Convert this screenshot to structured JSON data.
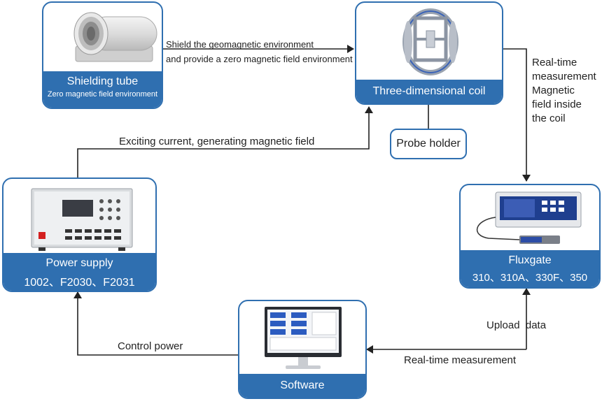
{
  "nodes": {
    "shielding_tube": {
      "title": "Shielding tube",
      "subtitle": "Zero magnetic field environment"
    },
    "three_d_coil": {
      "title": "Three-dimensional coil"
    },
    "probe_holder": {
      "title": "Probe holder"
    },
    "fluxgate": {
      "title": "Fluxgate",
      "subtitle": "310、310A、330F、350"
    },
    "power_supply": {
      "title": "Power supply",
      "subtitle": "1002、F2030、F2031"
    },
    "software": {
      "title": "Software"
    }
  },
  "edges": {
    "shield_line1": "Shield the geomagnetic environment",
    "shield_line2": "and provide a zero magnetic field environment",
    "realtime_coil": [
      "Real-time",
      "measurement",
      "Magnetic",
      "field inside",
      "the coil"
    ],
    "exciting": "Exciting current, generating magnetic field",
    "upload_data": "Upload  data",
    "realtime_measurement": "Real-time measurement",
    "control_power": "Control power"
  },
  "colors": {
    "accent": "#2f6fb0",
    "line": "#222222"
  }
}
